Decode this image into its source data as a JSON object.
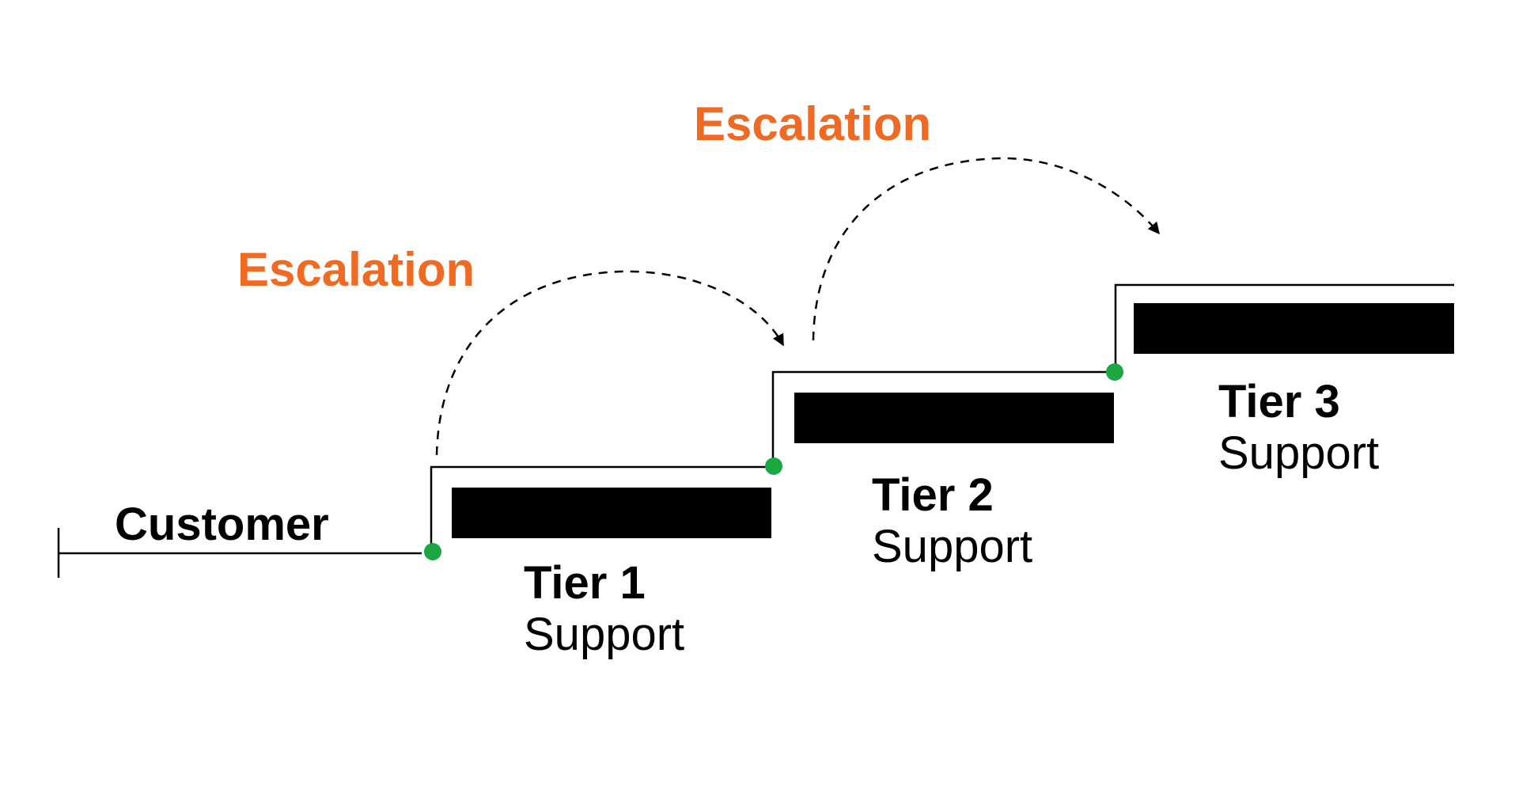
{
  "diagram": {
    "customer_label": "Customer",
    "escalations": [
      {
        "label": "Escalation"
      },
      {
        "label": "Escalation"
      }
    ],
    "tiers": [
      {
        "name": "Tier 1",
        "sub": "Support"
      },
      {
        "name": "Tier 2",
        "sub": "Support"
      },
      {
        "name": "Tier 3",
        "sub": "Support"
      }
    ],
    "colors": {
      "escalation_text": "#EF6A22",
      "node_dot": "#1BA843",
      "line": "#000000",
      "bar": "#000000",
      "background": "#FFFFFF"
    }
  }
}
